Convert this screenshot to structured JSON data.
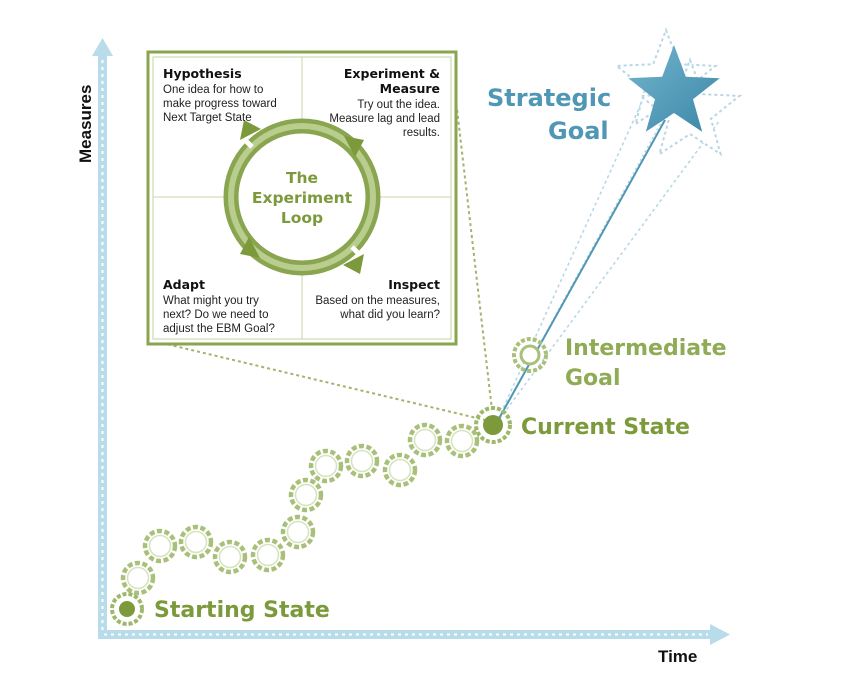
{
  "axes": {
    "y_label": "Measures",
    "x_label": "Time"
  },
  "states": {
    "starting": "Starting State",
    "current": "Current State",
    "intermediate_line1": "Intermediate",
    "intermediate_line2": "Goal",
    "strategic_line1": "Strategic",
    "strategic_line2": "Goal"
  },
  "experiment_loop": {
    "center_line1": "The",
    "center_line2": "Experiment",
    "center_line3": "Loop",
    "hypothesis": {
      "title": "Hypothesis",
      "lines": [
        "One idea for how to",
        "make progress toward",
        "Next Target State"
      ]
    },
    "experiment_measure": {
      "title_line1": "Experiment &",
      "title_line2": "Measure",
      "lines": [
        "Try out the idea.",
        "Measure lag and lead",
        "results."
      ]
    },
    "adapt": {
      "title": "Adapt",
      "lines": [
        "What might you try",
        "next? Do we need to",
        "adjust the EBM Goal?"
      ]
    },
    "inspect": {
      "title": "Inspect",
      "lines": [
        "Based on the measures,",
        "what did you learn?"
      ]
    }
  },
  "colors": {
    "green": "#7c9a3b",
    "green_light": "#a9c07a",
    "blue": "#4f97b4",
    "blue_light": "#aacfe0",
    "axis": "#a9d3e3",
    "box_border": "#8aa54f"
  },
  "icons": [
    "star-icon",
    "arrow-up-icon",
    "arrow-right-icon"
  ]
}
